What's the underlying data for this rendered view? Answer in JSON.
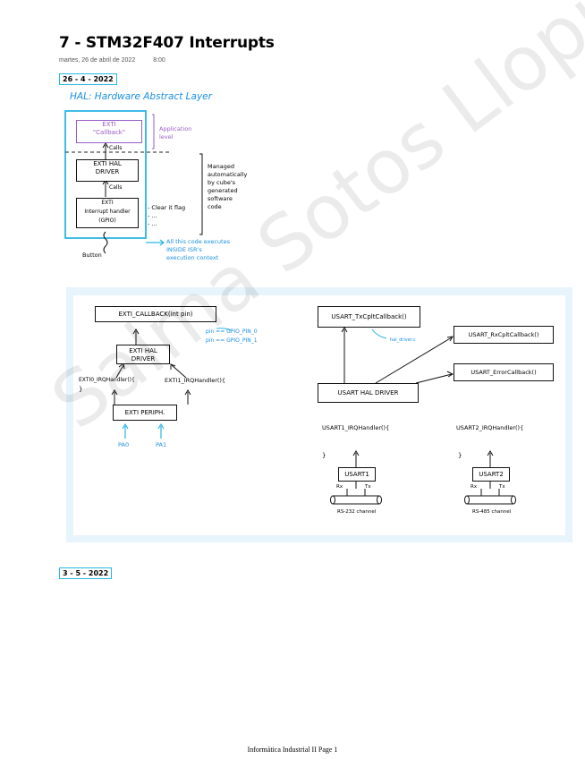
{
  "page": {
    "title": "7 - STM32F407 Interrupts",
    "date": "martes, 26 de abril de 2022",
    "time": "8:00",
    "footer": "Informática Industrial II Page 1",
    "watermark": "Salma Sotos Llopis"
  },
  "section1": {
    "date_tag": "26 - 4 - 2022",
    "heading": "HAL: Hardware Abstract Layer",
    "callback_box": [
      "EXTI",
      "\"Callback\""
    ],
    "application_level": [
      "Application",
      "level"
    ],
    "calls_label": "Calls",
    "hal_driver_box": [
      "EXTI HAL",
      "DRIVER"
    ],
    "calls2_label": "Calls",
    "handler_box": [
      "EXTI",
      "Interrupt handler",
      "(GPIO)"
    ],
    "bullets": [
      "- Clear it flag",
      "- ...",
      "- ..."
    ],
    "managed_note": [
      "Managed",
      "automatically",
      "by cube's",
      "generated",
      "software",
      "code"
    ],
    "isr_note": [
      "All this code executes",
      "INSIDE ISR's",
      "execution context"
    ],
    "button_label": "Button"
  },
  "section2": {
    "exti_callback": "EXTI_CALLBACK(int pin)",
    "pin_notes": [
      "pin == GPIO_PIN_0",
      "pin == GPIO_PIN_1"
    ],
    "exti_hal_driver": [
      "EXTI HAL",
      "DRIVER"
    ],
    "exti0_handler": "EXTI0_IRQHandler(){",
    "exti1_handler": "EXTI1_IRQHandler(){",
    "close_brace": "}",
    "exti_periph": "EXTI PERIPH.",
    "pa0": "PA0",
    "pa1": "PA1",
    "usart_tx_callback": "USART_TxCpltCallback()",
    "usart_rx_callback": "USART_RxCpltCallback()",
    "usart_error_callback": "USART_ErrorCallback()",
    "usart_hal_driver": "USART HAL DRIVER",
    "hal_driver_note": "hal_driver.c",
    "usart1_handler": "USART1_IRQHandler(){",
    "usart2_handler": "USART2_IRQHandler(){",
    "usart1_box": "USART1",
    "usart2_box": "USART2",
    "rx": "Rx",
    "tx": "Tx",
    "rs232": "RS-232 channel",
    "rs485": "RS-485 channel"
  },
  "section3": {
    "date_tag": "3 - 5 - 2022"
  }
}
